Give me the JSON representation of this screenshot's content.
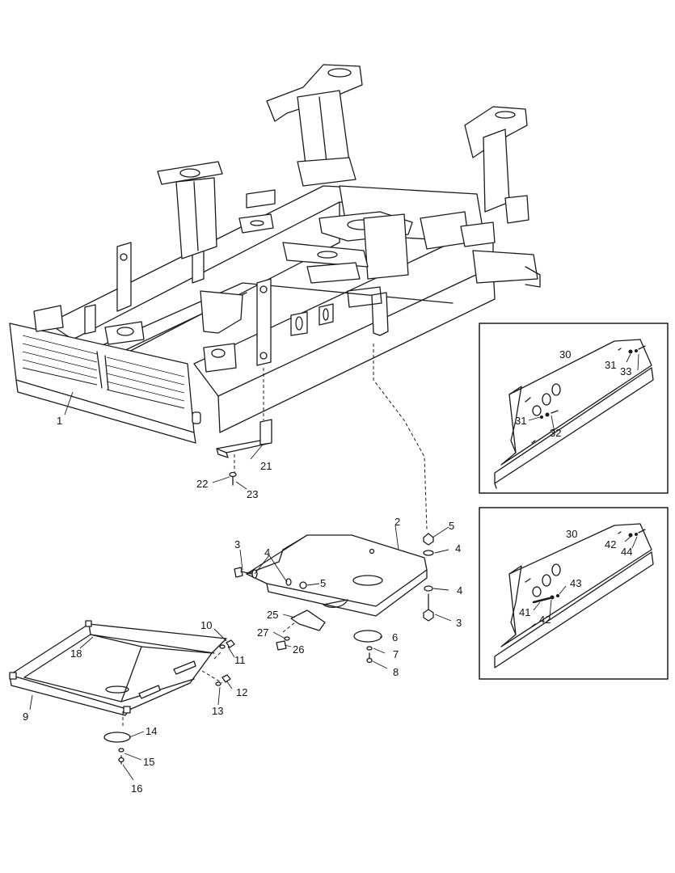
{
  "colors": {
    "ink": "#1a1a1a",
    "paper": "#ffffff"
  },
  "callouts": {
    "c1": "1",
    "c2": "2",
    "c3a": "3",
    "c3b": "3",
    "c4a": "4",
    "c4b": "4",
    "c4c": "4",
    "c5a": "5",
    "c5b": "5",
    "c6": "6",
    "c7": "7",
    "c8": "8",
    "c9": "9",
    "c10": "10",
    "c11": "11",
    "c12": "12",
    "c13": "13",
    "c14": "14",
    "c15": "15",
    "c16": "16",
    "c18": "18",
    "c21": "21",
    "c22": "22",
    "c23": "23",
    "c25": "25",
    "c26": "26",
    "c27": "27"
  },
  "detail_top": {
    "c30": "30",
    "c31a": "31",
    "c33": "33",
    "c31b": "31",
    "c32": "32"
  },
  "detail_bottom": {
    "c30": "30",
    "c42a": "42",
    "c44": "44",
    "c43": "43",
    "c41": "41",
    "c42b": "42"
  }
}
